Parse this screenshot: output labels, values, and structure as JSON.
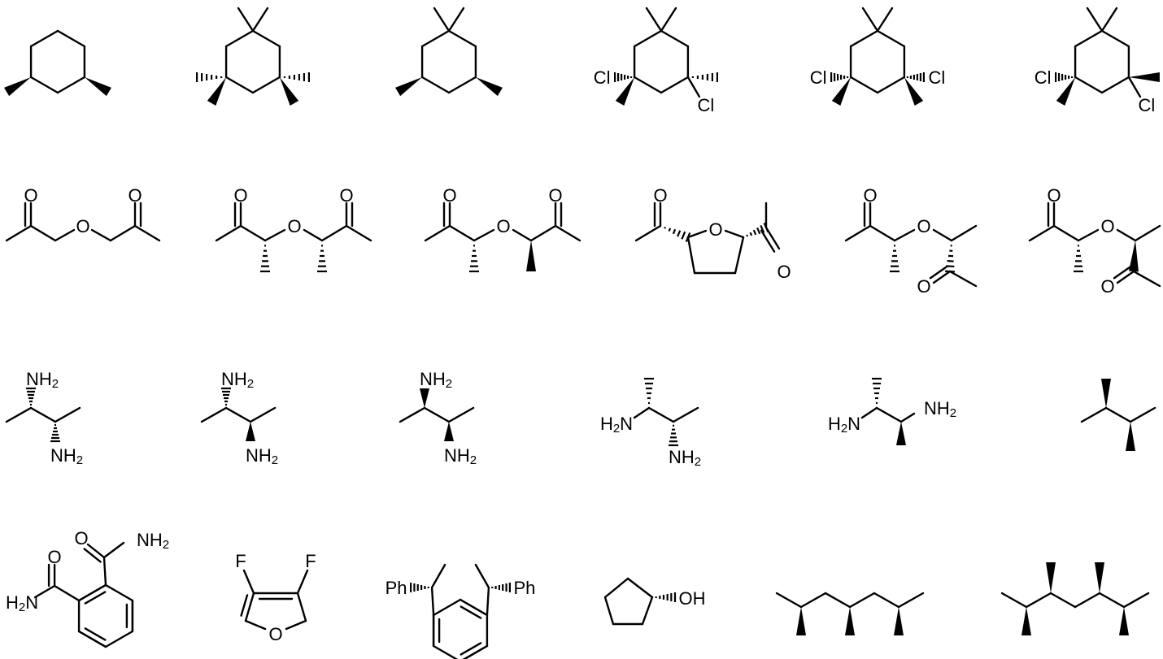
{
  "labels": {
    "cl": "Cl",
    "o": "O",
    "f": "F",
    "nh": "NH",
    "h": "H",
    "n": "N",
    "two": "2",
    "ph": "Ph",
    "oh": "OH"
  }
}
